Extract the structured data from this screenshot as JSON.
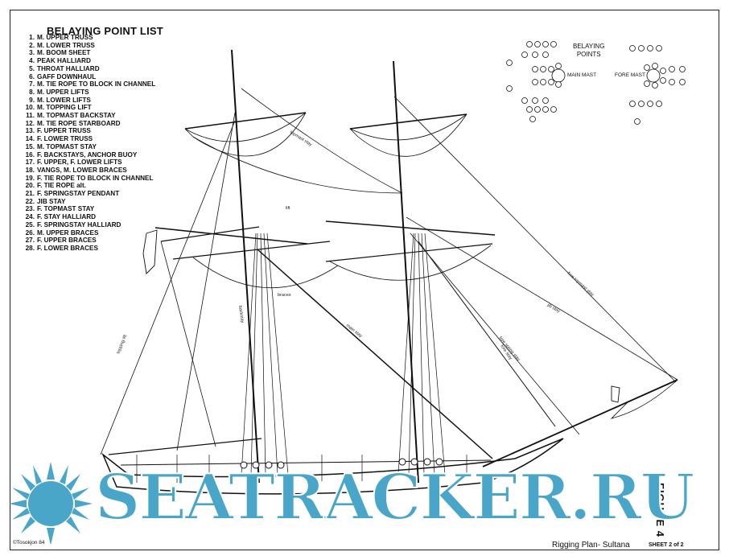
{
  "list": {
    "title": "BELAYING POINT LIST",
    "items": [
      {
        "num": "1.",
        "label": "M. UPPER TRUSS"
      },
      {
        "num": "2.",
        "label": "M. LOWER TRUSS"
      },
      {
        "num": "3.",
        "label": "M. BOOM SHEET"
      },
      {
        "num": "4.",
        "label": "PEAK HALLIARD"
      },
      {
        "num": "5.",
        "label": "THROAT HALLIARD"
      },
      {
        "num": "6.",
        "label": "GAFF DOWNHAUL"
      },
      {
        "num": "7.",
        "label": "M. TIE ROPE TO BLOCK IN CHANNEL"
      },
      {
        "num": "8.",
        "label": "M. UPPER LIFTS"
      },
      {
        "num": "9.",
        "label": "M. LOWER LIFTS"
      },
      {
        "num": "10.",
        "label": "M. TOPPING LIFT"
      },
      {
        "num": "11.",
        "label": "M. TOPMAST BACKSTAY"
      },
      {
        "num": "12.",
        "label": "M. TIE ROPE STARBOARD"
      },
      {
        "num": "13.",
        "label": "F. UPPER TRUSS"
      },
      {
        "num": "14.",
        "label": "F. LOWER TRUSS"
      },
      {
        "num": "15.",
        "label": "M. TOPMAST STAY"
      },
      {
        "num": "16.",
        "label": "F. BACKSTAYS, ANCHOR BUOY"
      },
      {
        "num": "17.",
        "label": "F. UPPER, F. LOWER LIFTS"
      },
      {
        "num": "18.",
        "label": "VANGS, M. LOWER BRACES"
      },
      {
        "num": "19.",
        "label": "F. TIE ROPE TO BLOCK IN CHANNEL"
      },
      {
        "num": "20.",
        "label": "F. TIE ROPE alt."
      },
      {
        "num": "21.",
        "label": "F. SPRINGSTAY PENDANT"
      },
      {
        "num": "22.",
        "label": "JIB STAY"
      },
      {
        "num": "23.",
        "label": "F. TOPMAST STAY"
      },
      {
        "num": "24.",
        "label": "F. STAY HALLIARD"
      },
      {
        "num": "25.",
        "label": "F. SPRINGSTAY HALLIARD"
      },
      {
        "num": "26.",
        "label": "M. UPPER BRACES"
      },
      {
        "num": "27.",
        "label": "F. UPPER BRACES"
      },
      {
        "num": "28.",
        "label": "F. LOWER BRACES"
      }
    ]
  },
  "belaying_points": {
    "title_line1": "BELAYING",
    "title_line2": "POINTS",
    "main_mast_label": "MAIN MAST",
    "fore_mast_label": "FORE MAST"
  },
  "rigging_labels": {
    "topmast_stay": "topmast stay",
    "backstay": "backstay",
    "lift": "lift",
    "braces": "braces",
    "main_stay": "main stay",
    "fore_topmast_stay": "fore topmast stay",
    "jib_stay": "jib stay",
    "fore_spring_stay": "fore spring stay",
    "fore_stay": "fore stay",
    "topping_lift": "topping lift"
  },
  "figure_label": "FIGURE 4",
  "copyright": "©Tosokjon 84",
  "plan_title": "Rigging Plan- Sultana",
  "sheet_label": "SHEET 2 of 2",
  "watermark": "SEATRACKER.RU",
  "colors": {
    "ink": "#111111",
    "watermark": "#4aa6c9",
    "paper": "#ffffff"
  }
}
